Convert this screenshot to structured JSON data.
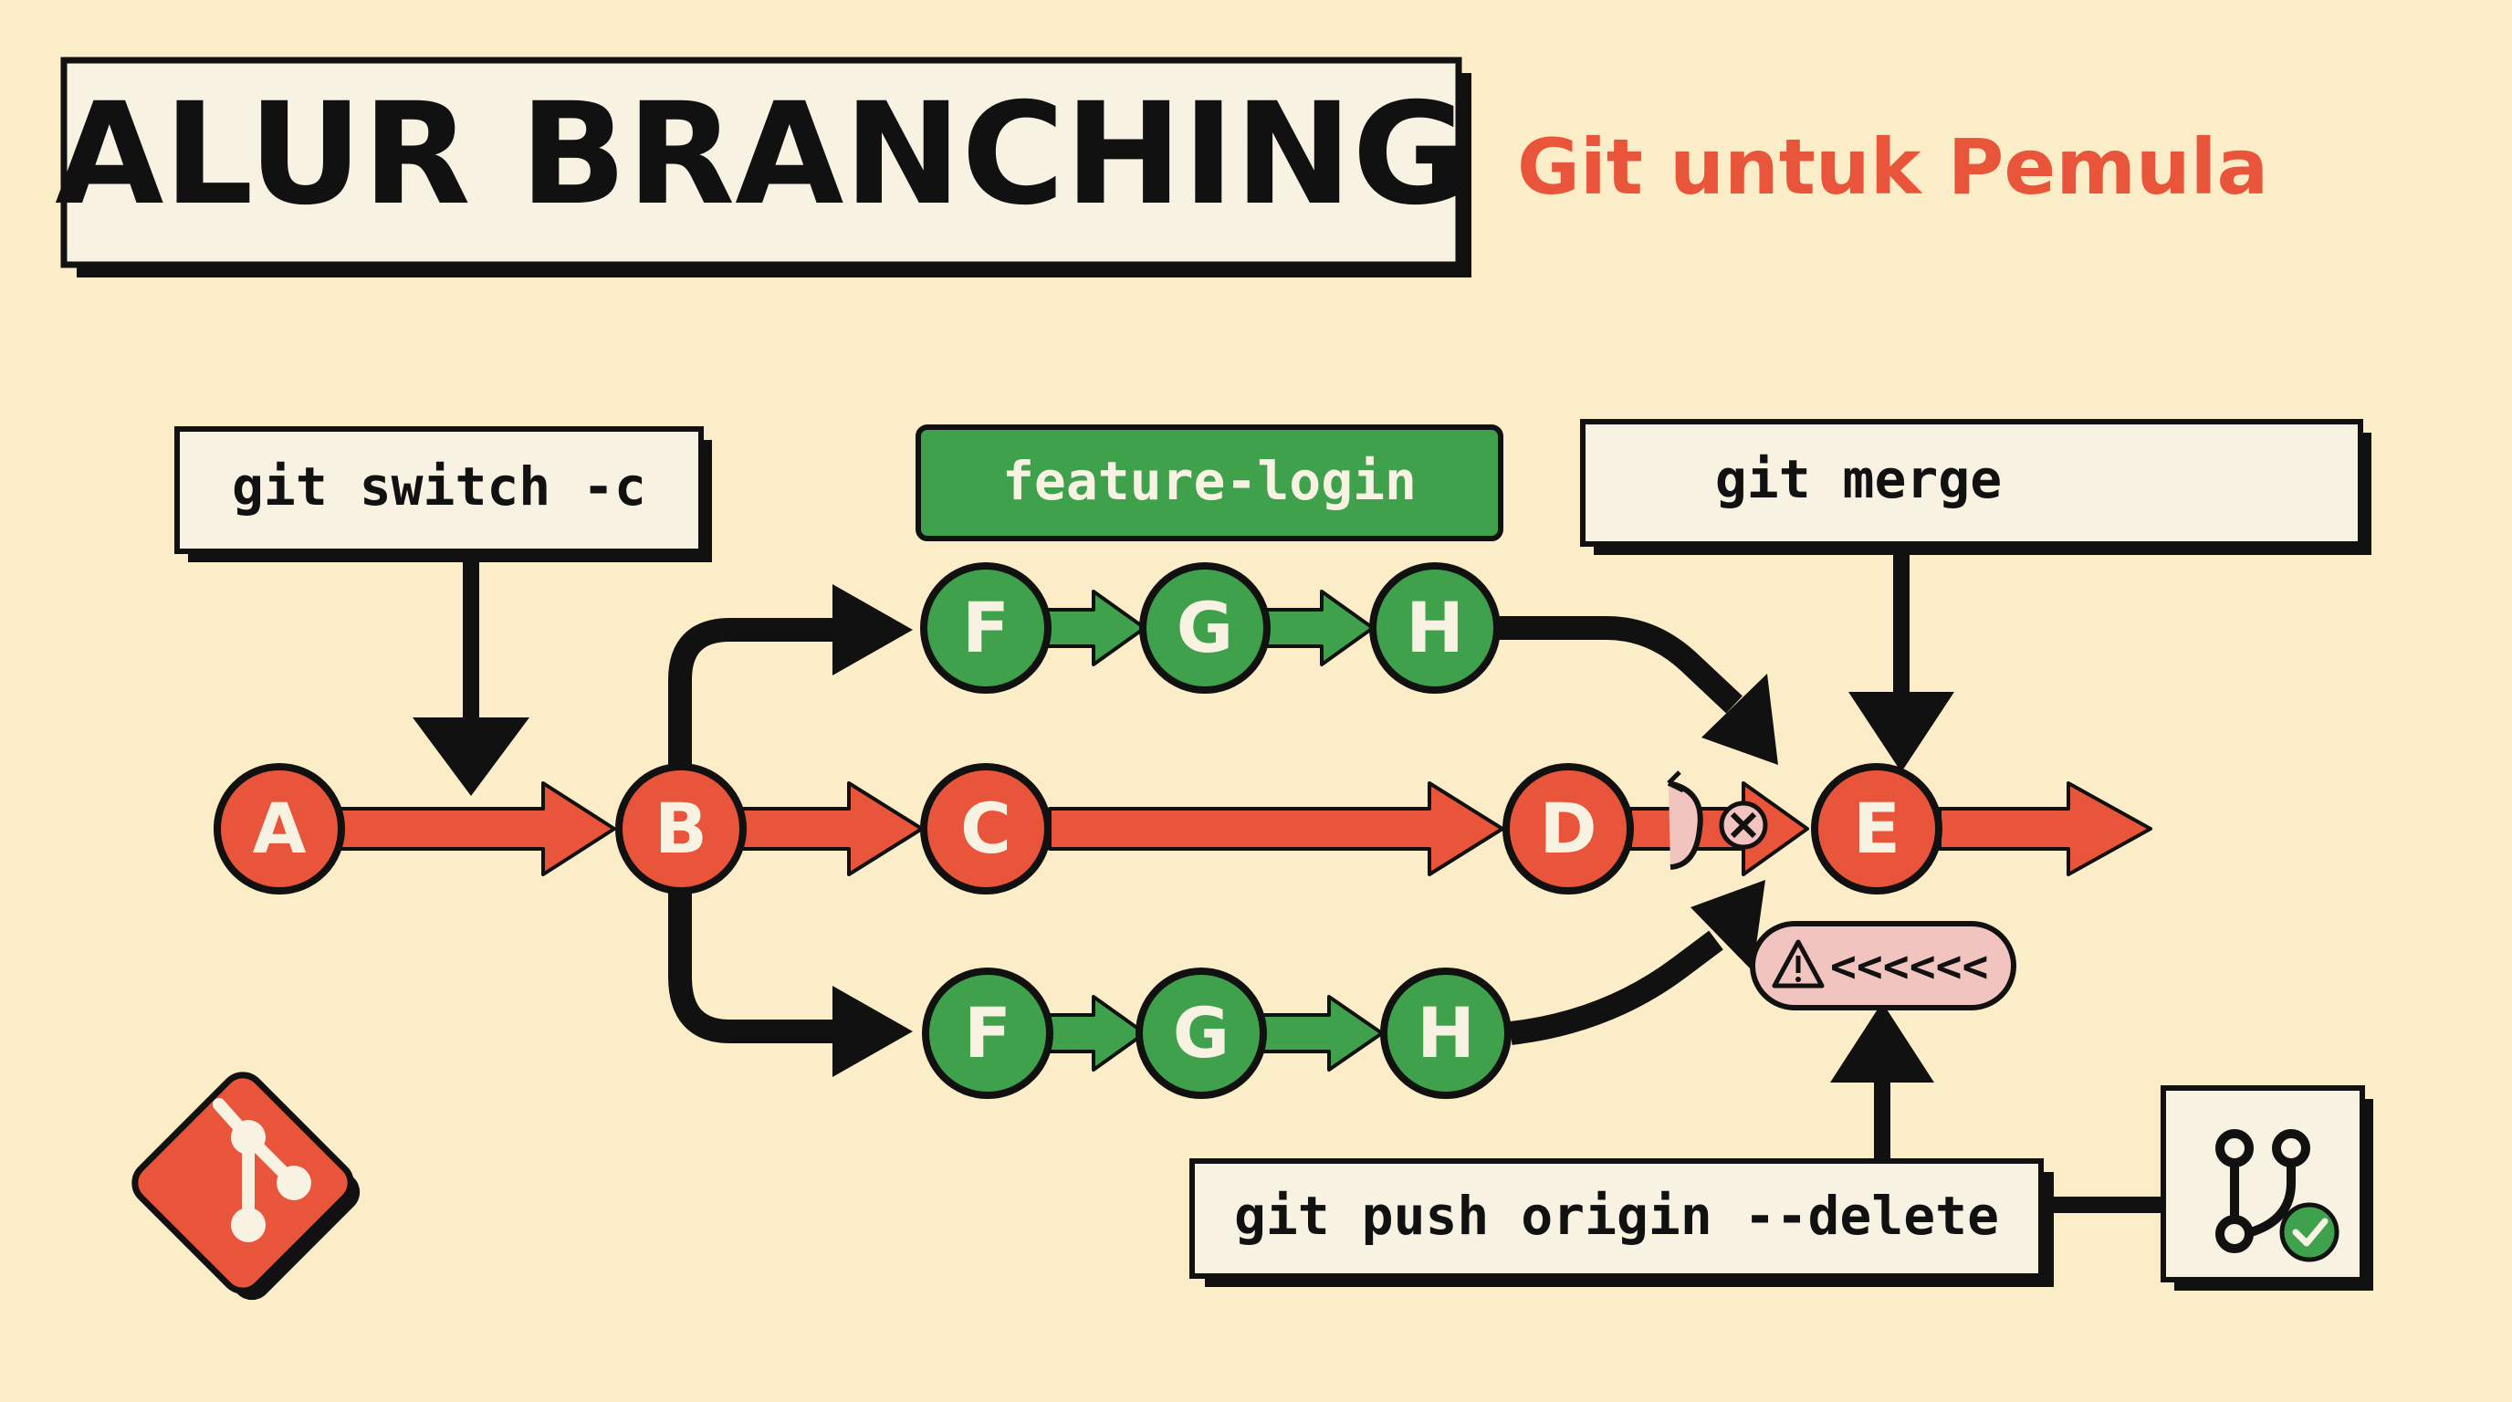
{
  "title": "ALUR BRANCHING",
  "subtitle": "Git untuk Pemula",
  "labels": {
    "switch": "git switch -c",
    "feature": "feature-login",
    "merge": "git merge",
    "push": "git push origin --delete",
    "conflict": "<<<<<<"
  },
  "commits": {
    "main": [
      "A",
      "B",
      "C",
      "D",
      "E"
    ],
    "feature_top": [
      "F",
      "G",
      "H"
    ],
    "feature_bottom": [
      "F",
      "G",
      "H"
    ]
  },
  "colors": {
    "background": "#fbedc8",
    "main_branch": "#e8553a",
    "feature_branch": "#3fa14c",
    "box": "#f7f2e2",
    "ink": "#111111",
    "conflict_badge": "#f1c4bf"
  },
  "icons": [
    "git-logo-icon",
    "warning-icon",
    "merge-conflict-icon",
    "branch-merged-icon"
  ]
}
